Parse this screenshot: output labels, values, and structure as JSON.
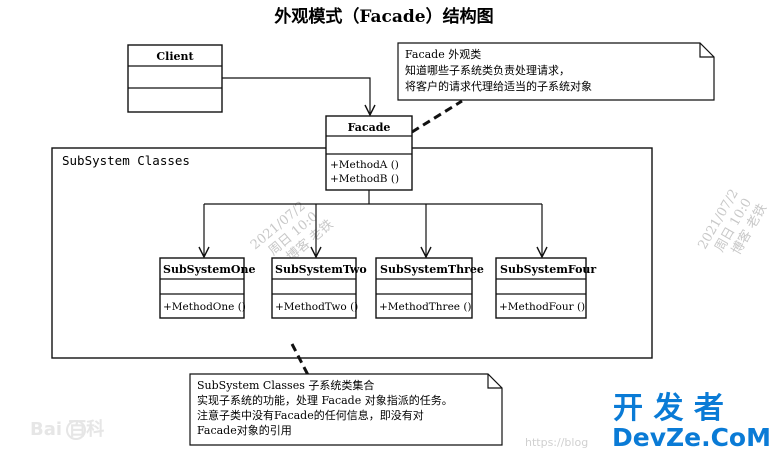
{
  "title": "外观模式（Facade）结构图",
  "client": {
    "name": "Client"
  },
  "facade": {
    "name": "Facade",
    "methods": [
      "+MethodA ()",
      "+MethodB ()"
    ]
  },
  "package": {
    "label": "SubSystem Classes"
  },
  "subsystems": [
    {
      "name": "SubSystemOne",
      "method": "+MethodOne ()"
    },
    {
      "name": "SubSystemTwo",
      "method": "+MethodTwo ()"
    },
    {
      "name": "SubSystemThree",
      "method": "+MethodThree ()"
    },
    {
      "name": "SubSystemFour",
      "method": "+MethodFour ()"
    }
  ],
  "note_facade": {
    "lines": [
      "Facade 外观类",
      "知道哪些子系统类负责处理请求，",
      "将客户的请求代理给适当的子系统对象"
    ]
  },
  "note_subsystem": {
    "lines": [
      "SubSystem Classes  子系统类集合",
      "实现子系统的功能，处理 Facade 对象指派的任务。",
      "注意子类中没有Facade的任何信息，即没有对",
      "Facade对象的引用"
    ]
  },
  "watermarks": {
    "brand_top": "开 发 者",
    "brand_bottom": "DevZe.CoM",
    "baidu": "Bai 百科",
    "blog": "https://blog",
    "date_lines": [
      "2021/07/2",
      "周日 10:0",
      "博客 老铁"
    ]
  }
}
